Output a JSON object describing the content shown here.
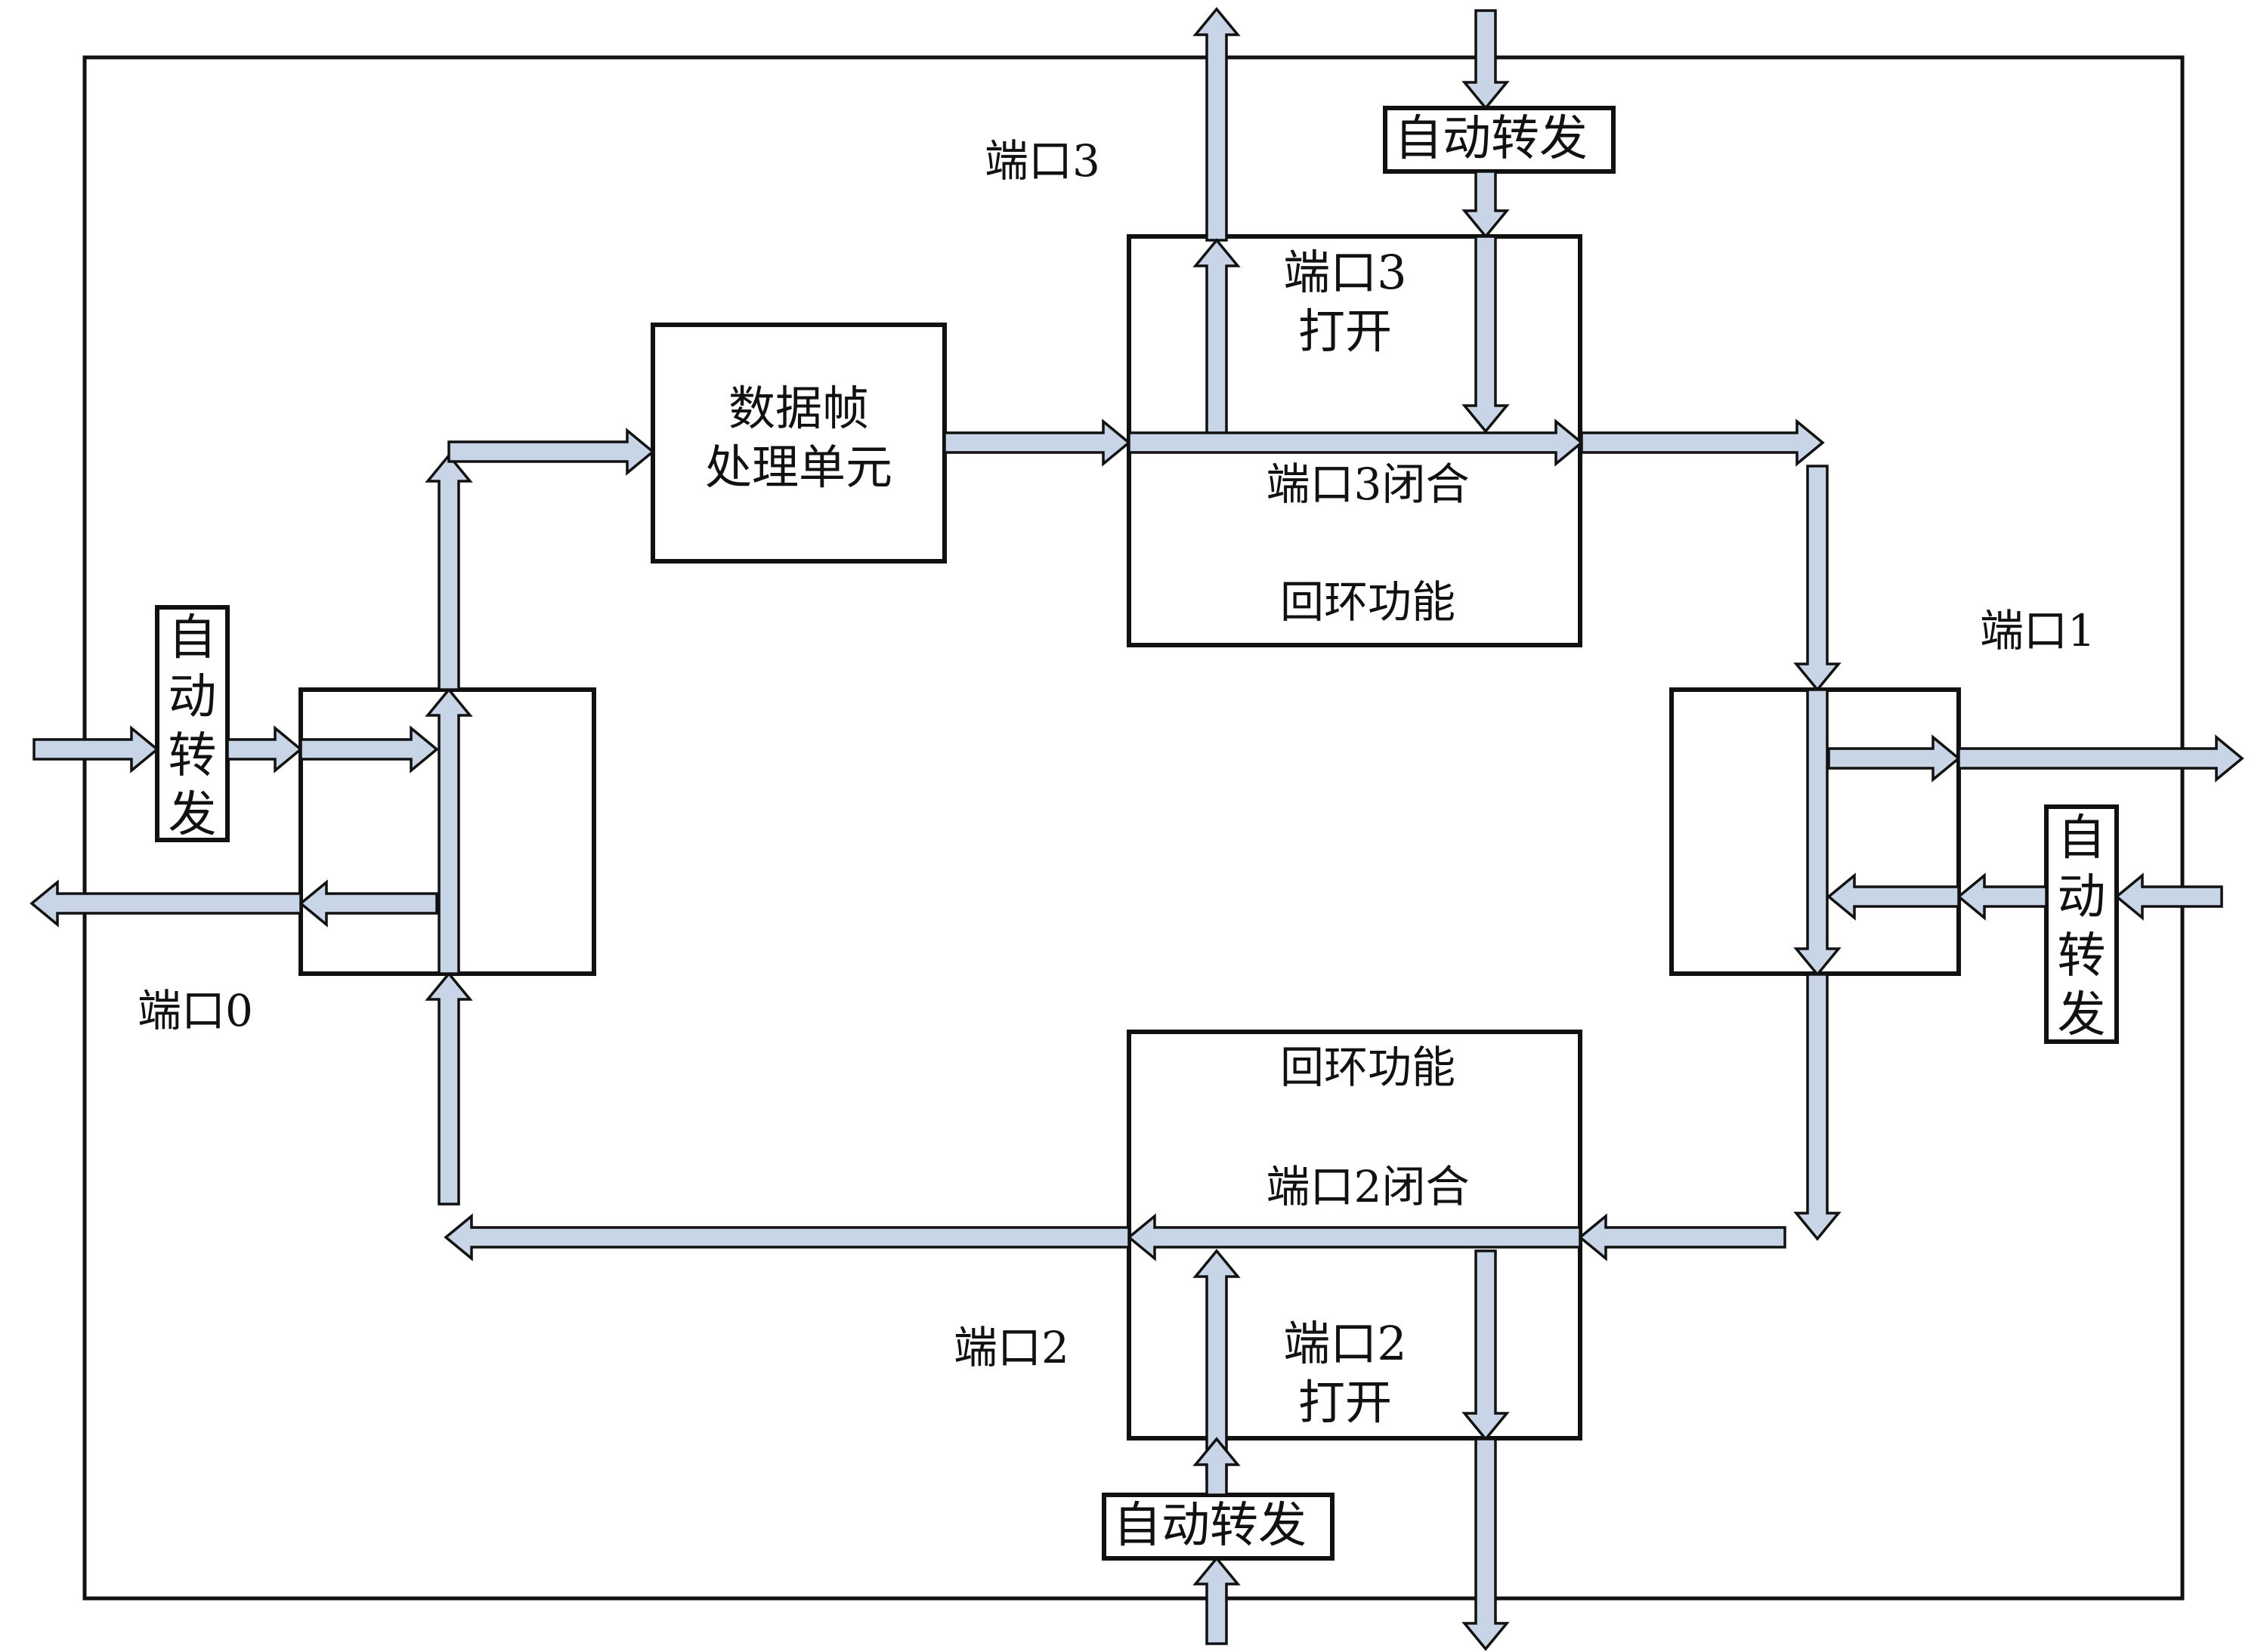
{
  "colors": {
    "arrow_fill": "#c7d5e6",
    "stroke": "#111111",
    "background": "#ffffff"
  },
  "labels": {
    "port0": "端口0",
    "port1": "端口1",
    "port2": "端口2",
    "port3": "端口3",
    "port3_open_l1": "端口3",
    "port3_open_l2": "打开",
    "port3_closed": "端口3闭合",
    "port3_loopback": "回环功能",
    "port2_open_l1": "端口2",
    "port2_open_l2": "打开",
    "port2_closed": "端口2闭合",
    "port2_loopback": "回环功能",
    "processor_l1": "数据帧",
    "processor_l2": "处理单元",
    "auto_forward": "自动转发",
    "auto_forward_chars": [
      "自",
      "动",
      "转",
      "发"
    ]
  }
}
